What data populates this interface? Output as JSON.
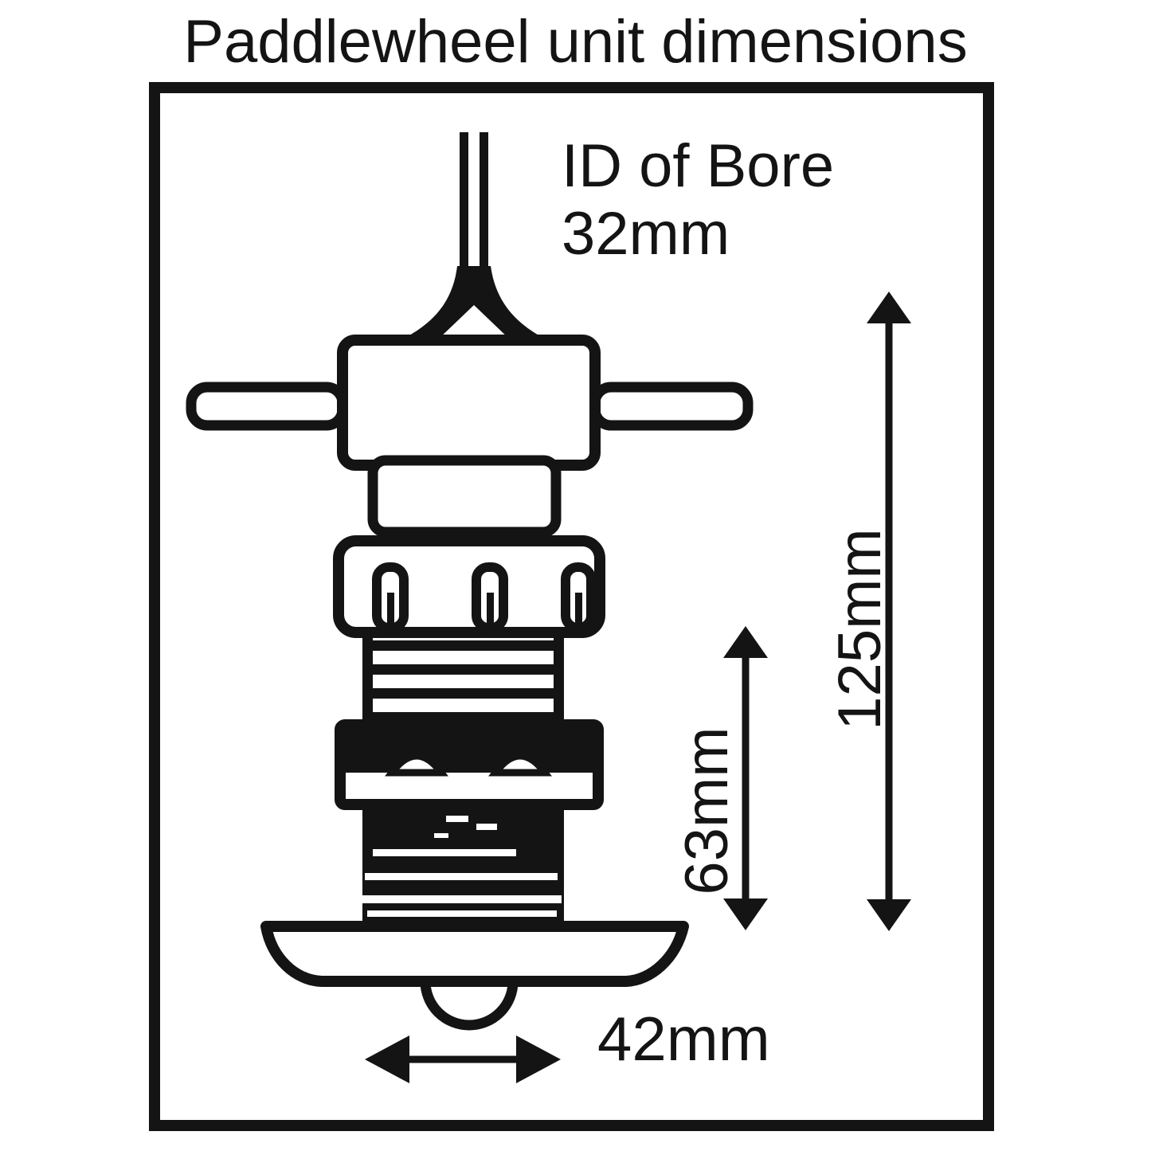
{
  "title": "Paddlewheel unit dimensions",
  "annotations": {
    "bore_line1": "ID of Bore",
    "bore_line2": "32mm"
  },
  "dimensions": {
    "overall_height": "125mm",
    "lower_body_height": "63mm",
    "flange_width": "42mm"
  },
  "figure": {
    "type": "technical-line-drawing",
    "subject": "paddlewheel transducer unit, side view",
    "parts": [
      "cable-wires",
      "strain-relief-cone",
      "top-cap",
      "left-pin",
      "right-pin",
      "neck",
      "collar-nut",
      "thread-section",
      "lock-flange",
      "lower-threaded-body",
      "hull-flange",
      "paddlewheel-bump"
    ]
  },
  "colors": {
    "ink": "#141414",
    "background": "#ffffff"
  }
}
